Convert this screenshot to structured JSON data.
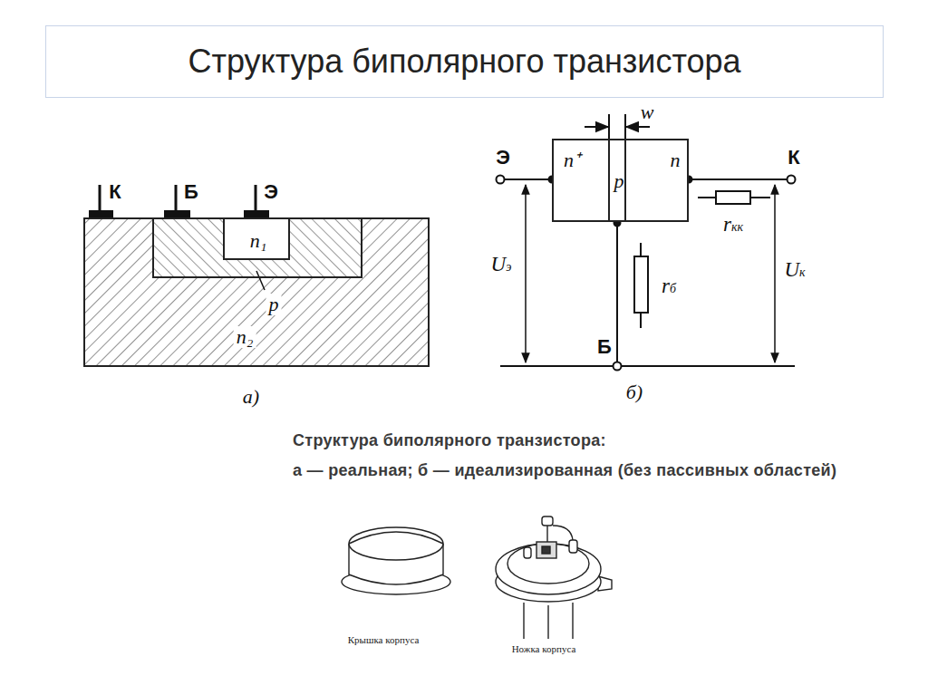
{
  "diagram": {
    "title": "Структура биполярного транзистора",
    "caption": "Структура биполярного транзистора:",
    "nodes": [
      {
        "text": [
          "n₂"
        ]
      },
      {
        "text": [
          "p"
        ],
        "in": 0
      },
      {
        "text": [
          "n₁"
        ],
        "in": 1
      },
      {
        "text": [
          "n⁺"
        ]
      },
      {
        "text": [
          "p"
        ]
      },
      {
        "text": [
          "n"
        ]
      }
    ],
    "labels": [
      "К",
      "Б",
      "Э",
      "а)",
      "w",
      "Э",
      "К",
      "rкк",
      "rб",
      "Uэ",
      "Uк",
      "Б",
      "б)",
      "а — реальная; б — идеализированная (без пассивных областей)",
      "Крышка корпуса",
      "Ножка корпуса"
    ]
  }
}
